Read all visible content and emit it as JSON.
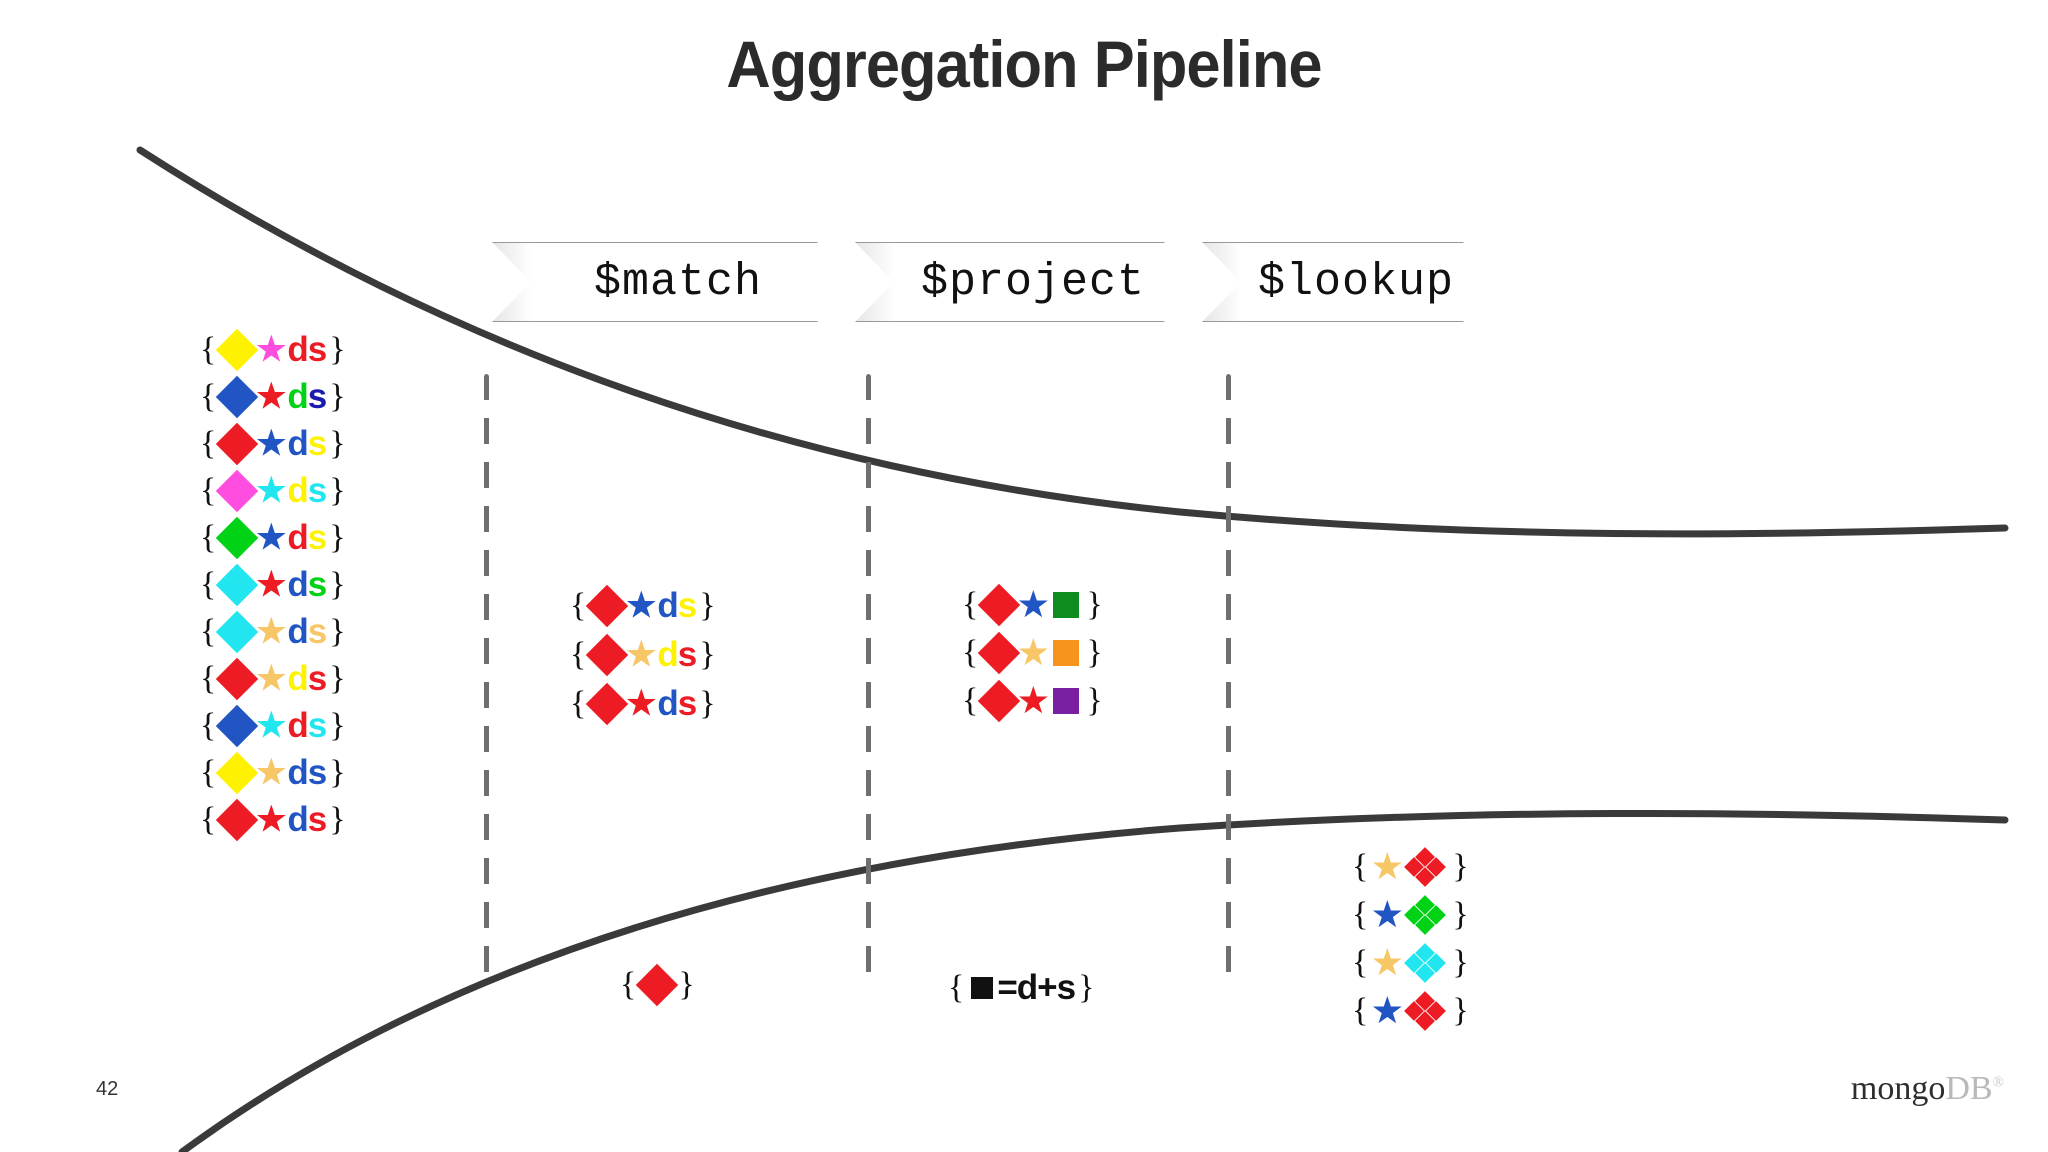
{
  "slide": {
    "title": "Aggregation Pipeline",
    "page_number": "42",
    "logo": {
      "primary": "mongo",
      "secondary": "DB",
      "mark": "®"
    },
    "background": "#ffffff",
    "curve_color": "#3a3a3a",
    "divider_color": "#6f6f6f"
  },
  "palette": {
    "red": "#ED1C24",
    "blue": "#2255C4",
    "dark_blue": "#1A1AAE",
    "yellow": "#FFF200",
    "magenta": "#FF4DE0",
    "green": "#00D215",
    "dark_green": "#0E8C1E",
    "cyan": "#21E6F0",
    "tan": "#F6C667",
    "orange": "#F7941E",
    "purple": "#7B1FA2",
    "black": "#111111"
  },
  "stages": [
    {
      "label": "$match"
    },
    {
      "label": "$project"
    },
    {
      "label": "$lookup"
    }
  ],
  "brace": {
    "open": "{",
    "close": "}"
  },
  "input_documents": {
    "caption": "",
    "rows": [
      {
        "diamond": "#FFF200",
        "star": "#FF4DE0",
        "d": {
          "ch": "d",
          "color": "#ED1C24"
        },
        "s": {
          "ch": "s",
          "color": "#ED1C24"
        }
      },
      {
        "diamond": "#2255C4",
        "star": "#ED1C24",
        "d": {
          "ch": "d",
          "color": "#00D215"
        },
        "s": {
          "ch": "s",
          "color": "#1A1AAE"
        }
      },
      {
        "diamond": "#ED1C24",
        "star": "#2255C4",
        "d": {
          "ch": "d",
          "color": "#2255C4"
        },
        "s": {
          "ch": "s",
          "color": "#FFF200"
        }
      },
      {
        "diamond": "#FF4DE0",
        "star": "#21E6F0",
        "d": {
          "ch": "d",
          "color": "#FFF200"
        },
        "s": {
          "ch": "s",
          "color": "#21E6F0"
        }
      },
      {
        "diamond": "#00D215",
        "star": "#2255C4",
        "d": {
          "ch": "d",
          "color": "#ED1C24"
        },
        "s": {
          "ch": "s",
          "color": "#FFF200"
        }
      },
      {
        "diamond": "#21E6F0",
        "star": "#ED1C24",
        "d": {
          "ch": "d",
          "color": "#2255C4"
        },
        "s": {
          "ch": "s",
          "color": "#00D215"
        }
      },
      {
        "diamond": "#21E6F0",
        "star": "#F6C667",
        "d": {
          "ch": "d",
          "color": "#2255C4"
        },
        "s": {
          "ch": "s",
          "color": "#F6C667"
        }
      },
      {
        "diamond": "#ED1C24",
        "star": "#F6C667",
        "d": {
          "ch": "d",
          "color": "#FFF200"
        },
        "s": {
          "ch": "s",
          "color": "#ED1C24"
        }
      },
      {
        "diamond": "#2255C4",
        "star": "#21E6F0",
        "d": {
          "ch": "d",
          "color": "#ED1C24"
        },
        "s": {
          "ch": "s",
          "color": "#21E6F0"
        }
      },
      {
        "diamond": "#FFF200",
        "star": "#F6C667",
        "d": {
          "ch": "d",
          "color": "#2255C4"
        },
        "s": {
          "ch": "s",
          "color": "#2255C4"
        }
      },
      {
        "diamond": "#ED1C24",
        "star": "#ED1C24",
        "d": {
          "ch": "d",
          "color": "#2255C4"
        },
        "s": {
          "ch": "s",
          "color": "#ED1C24"
        }
      }
    ]
  },
  "match_output": {
    "rows": [
      {
        "diamond": "#ED1C24",
        "star": "#2255C4",
        "d": {
          "ch": "d",
          "color": "#2255C4"
        },
        "s": {
          "ch": "s",
          "color": "#FFF200"
        }
      },
      {
        "diamond": "#ED1C24",
        "star": "#F6C667",
        "d": {
          "ch": "d",
          "color": "#FFF200"
        },
        "s": {
          "ch": "s",
          "color": "#ED1C24"
        }
      },
      {
        "diamond": "#ED1C24",
        "star": "#ED1C24",
        "d": {
          "ch": "d",
          "color": "#2255C4"
        },
        "s": {
          "ch": "s",
          "color": "#ED1C24"
        }
      }
    ]
  },
  "project_output": {
    "rows": [
      {
        "diamond": "#ED1C24",
        "star": "#2255C4",
        "square": "#0E8C1E"
      },
      {
        "diamond": "#ED1C24",
        "star": "#F6C667",
        "square": "#F7941E"
      },
      {
        "diamond": "#ED1C24",
        "star": "#ED1C24",
        "square": "#7B1FA2"
      }
    ]
  },
  "lookup_output": {
    "rows": [
      {
        "star": "#F6C667",
        "cluster": "#ED1C24"
      },
      {
        "star": "#2255C4",
        "cluster": "#00D215"
      },
      {
        "star": "#F6C667",
        "cluster": "#21E6F0"
      },
      {
        "star": "#2255C4",
        "cluster": "#ED1C24"
      }
    ]
  },
  "annotations": {
    "match_note": {
      "diamond": "#ED1C24"
    },
    "project_note": {
      "square": "#111111",
      "text": "=d+s"
    }
  }
}
